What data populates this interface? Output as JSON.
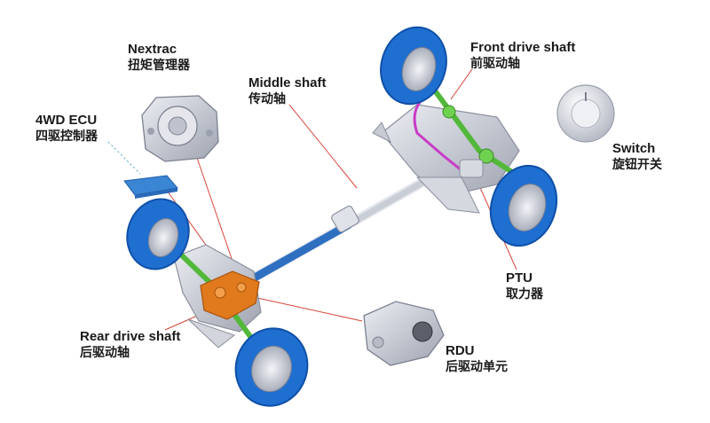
{
  "labels": {
    "nextrac": {
      "en": "Nextrac",
      "zh": "扭矩管理器"
    },
    "ecu": {
      "en": "4WD ECU",
      "zh": "四驱控制器"
    },
    "middle_shaft": {
      "en": "Middle shaft",
      "zh": "传动轴"
    },
    "front_drive_shaft": {
      "en": "Front drive shaft",
      "zh": "前驱动轴"
    },
    "switch": {
      "en": "Switch",
      "zh": "旋钮开关"
    },
    "ptu": {
      "en": "PTU",
      "zh": "取力器"
    },
    "rear_drive_shaft": {
      "en": "Rear drive shaft",
      "zh": "后驱动轴"
    },
    "rdu": {
      "en": "RDU",
      "zh": "后驱动单元"
    }
  },
  "colors": {
    "tire": "#1f6fd1",
    "tire_dark": "#0f4fa8",
    "chassis": "#cfd3dd",
    "shaft": "#2e6fc0",
    "front_drive_shaft": "#52b83a",
    "rear_drive_shaft": "#52b83a",
    "coupling": "#e07a1c",
    "leader_line": "#d9453c",
    "ptu_line": "#c83cc8"
  }
}
